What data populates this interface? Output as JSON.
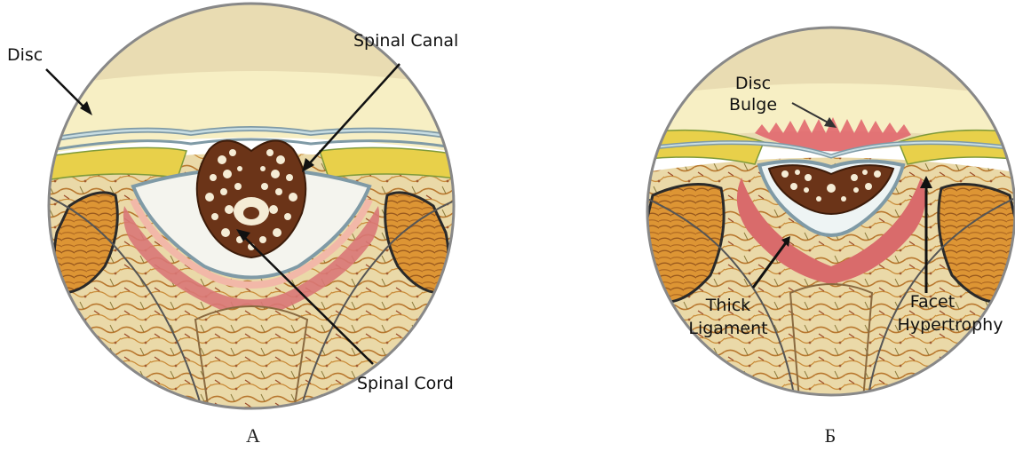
{
  "panelA": {
    "labels": {
      "disc": "Disc",
      "spinal_canal": "Spinal Canal",
      "spinal_cord": "Spinal Cord"
    },
    "caption": "А"
  },
  "panelB": {
    "labels": {
      "disc_line1": "Disc",
      "disc_line2": "Bulge",
      "thick_line1": "Thick",
      "thick_line2": "Ligament",
      "facet_line1": "Facet",
      "facet_line2": "Hypertrophy"
    },
    "caption": "Б"
  },
  "colors": {
    "disc": "#f7efc4",
    "vertebra": "#e9dcb2",
    "ligament": "#d97777",
    "ligament_light": "#f2b8a8",
    "membrane": "#9fb7c0",
    "fat": "#e8d04a",
    "cord": "#7a3e1e",
    "bone": "#d99030",
    "muscle": "#e8d7a6",
    "outline": "#444444"
  }
}
